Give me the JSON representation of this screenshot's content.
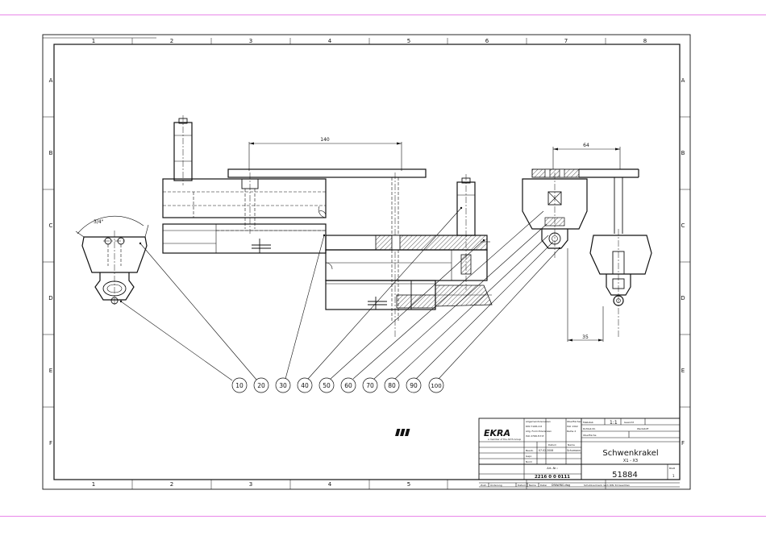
{
  "frame": {
    "columns": [
      "1",
      "2",
      "3",
      "4",
      "5",
      "6",
      "7",
      "8"
    ],
    "rows": [
      "A",
      "B",
      "C",
      "D",
      "E",
      "F"
    ]
  },
  "dimensions": {
    "d140": "140",
    "d64": "64",
    "d35": "35",
    "angle": "3/4\""
  },
  "balloons": [
    "10",
    "20",
    "30",
    "40",
    "50",
    "60",
    "70",
    "80",
    "90",
    "100"
  ],
  "title_block": {
    "logo": "EKRA",
    "logo_tagline": "A member of the ASYS Group",
    "standard_lines": [
      "Allgemeintoleranzen",
      "DIN 7168-mit",
      "Allg. Form-Toleranzen",
      "ISO 2768-H-T-E"
    ],
    "surface_lines": [
      "Oberflächen",
      "ISO 1302",
      "Reihe 2"
    ],
    "material_label": "Maßstab",
    "material_value": "1:1",
    "weight_label": "Gewicht",
    "sheet_label": "Werkstoff",
    "blank_label": "Rohteil-Nr.",
    "surface_label": "Oberfläche",
    "date_header": "Datum",
    "name_header": "Name",
    "drawn_label": "Bearb.",
    "drawn_date": "07.02.2006",
    "drawn_name": "Schumann",
    "checked_label": "Gepr.",
    "norm_label": "Norm",
    "title": "Schwenkrakel",
    "subtitle": "X1 - X3",
    "art_label": "Art.-Nr.:",
    "art_number": "2216 0 0 0111",
    "file_label": "Datei",
    "file_value": "DRAWING.dwg",
    "drawing_number": "51884",
    "sheet_word": "Blatt",
    "sheet_number": "1",
    "footer_zust": "Zust.",
    "footer_aend": "Änderung",
    "footer_datum": "Datum",
    "footer_name": "Name",
    "footer_note": "Schutzvermerk nach DIN 34 beachten"
  }
}
